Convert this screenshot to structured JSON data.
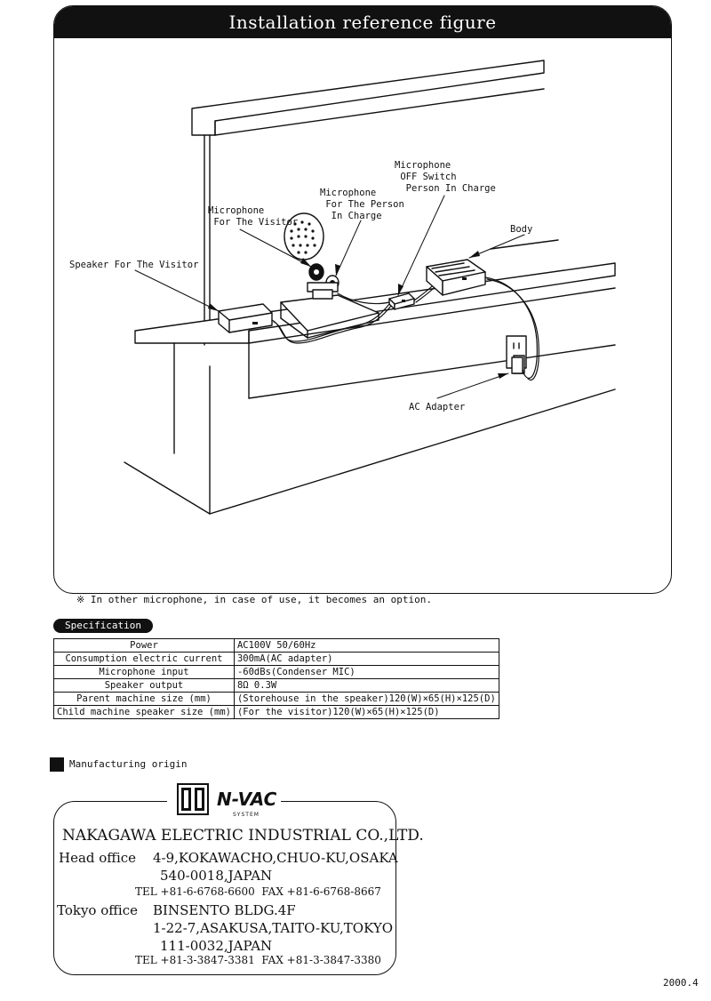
{
  "figure": {
    "title": "Installation reference figure",
    "labels": {
      "speaker_visitor": "Speaker For The Visitor",
      "mic_visitor": "Microphone\n For The Visitor",
      "mic_person": "Microphone\n For The Person\n  In Charge",
      "mic_off": "Microphone\n OFF Switch\n  Person In Charge",
      "body": "Body",
      "ac_adapter": "AC Adapter"
    }
  },
  "note": "※ In other microphone, in case of use, it becomes an option.",
  "specification": {
    "title": "Specification",
    "rows": [
      {
        "key": "Power",
        "value": "AC100V 50/60Hz"
      },
      {
        "key": "Consumption electric current",
        "value": "300mA(AC adapter)"
      },
      {
        "key": "Microphone input",
        "value": "-60dBs(Condenser MIC)"
      },
      {
        "key": "Speaker output",
        "value": "8Ω 0.3W"
      },
      {
        "key": "Parent machine size (mm)",
        "value": "(Storehouse in the speaker)120(W)×65(H)×125(D)"
      },
      {
        "key": "Child machine speaker size (mm)",
        "value": "(For the visitor)120(W)×65(H)×125(D)"
      }
    ]
  },
  "manufacturer": {
    "heading": "Manufacturing origin",
    "logo_text": "N-VAC",
    "logo_sub": "SYSTEM",
    "company": "NAKAGAWA ELECTRIC INDUSTRIAL CO.,LTD.",
    "head_office_label": "Head office",
    "head_office_line1": "4-9,KOKAWACHO,CHUO-KU,OSAKA",
    "head_office_line2": "540-0018,JAPAN",
    "head_office_tel": "TEL +81-6-6768-6600  FAX +81-6-6768-8667",
    "tokyo_office_label": "Tokyo office",
    "tokyo_office_line1": "BINSENTO BLDG.4F",
    "tokyo_office_line2": "1-22-7,ASAKUSA,TAITO-KU,TOKYO",
    "tokyo_office_line3": "111-0032,JAPAN",
    "tokyo_office_tel": "TEL +81-3-3847-3381  FAX +81-3-3847-3380"
  },
  "date": "2000.4"
}
